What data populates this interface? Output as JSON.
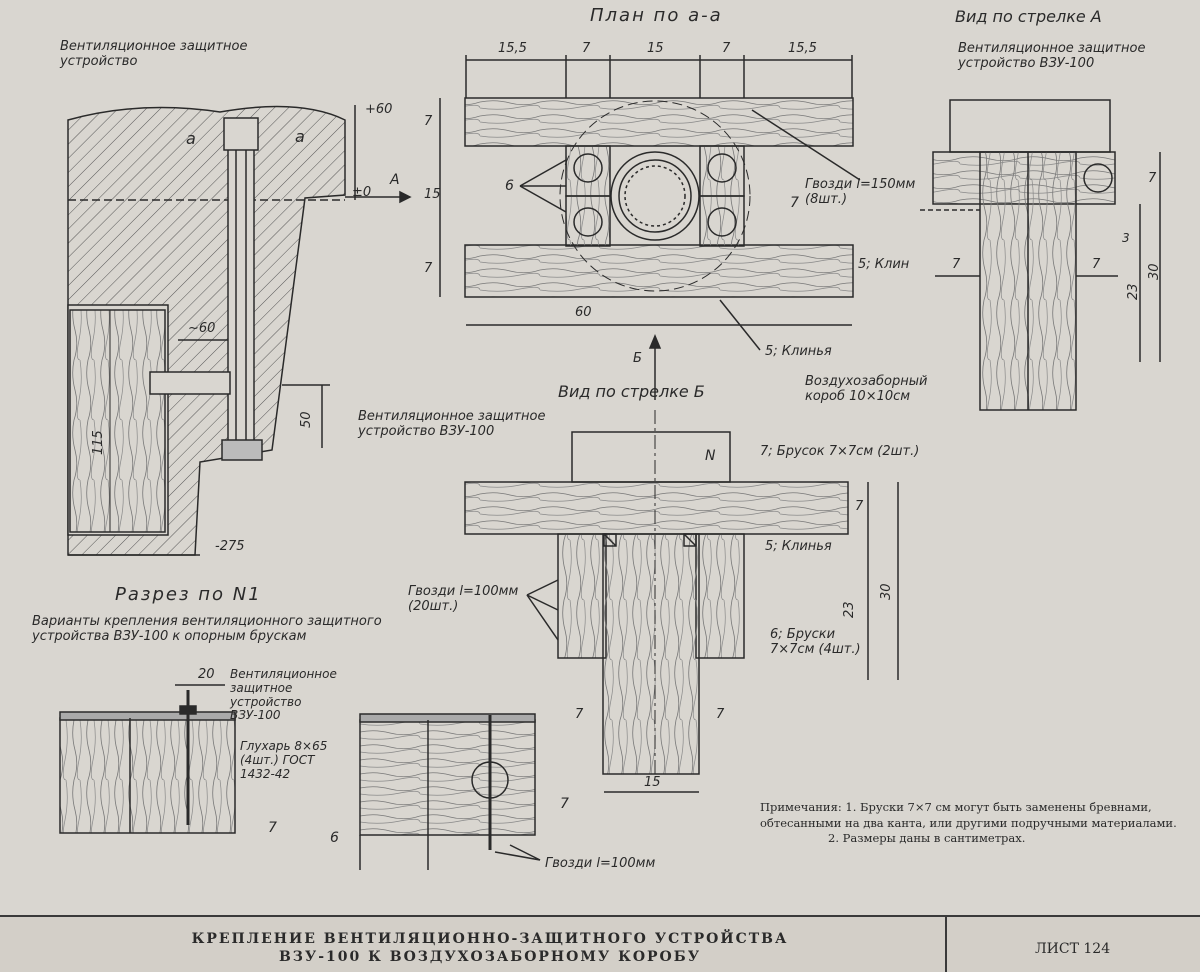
{
  "views": {
    "plan_title": "План по а-а",
    "arrow_a_title": "Вид по стрелке А",
    "arrow_b_title": "Вид по стрелке Б",
    "section_title": "Разрез по N1",
    "variants_title": "Варианты крепления вентиляционного защитного устройства ВЗУ-100 к опорным брускам"
  },
  "section": {
    "device_label": "Вентиляционное защитное устройство",
    "level_plus60": "+60",
    "level_zero": "±0",
    "level_minus275": "-275",
    "arrow_a": "A",
    "mark_a1": "a",
    "mark_a2": "a",
    "dim_60": "~60",
    "dim_50": "50",
    "dim_115": "115"
  },
  "plan": {
    "dims_top": [
      "15,5",
      "7",
      "15",
      "7",
      "15,5"
    ],
    "dim_7_top": "7",
    "dim_15_mid": "15",
    "dim_7_bot": "7",
    "dim_60": "60",
    "label_6": "6",
    "label_7": "7",
    "nails_label": "Гвозди l=150мм (8шт.)",
    "wedges_label": "5; Клинья",
    "arrow_b": "Б"
  },
  "arrow_a_view": {
    "device_label": "Вентиляционное защитное устройство ВЗУ-100",
    "wedge_label": "5; Клин",
    "dim_7_left": "7",
    "dim_7_right": "7",
    "dim_7_vert": "7",
    "dim_3": "3",
    "dim_23": "23",
    "dim_30": "30",
    "box_label": "Воздухозаборный короб 10×10см"
  },
  "arrow_b_view": {
    "device_label": "Вентиляционное защитное устройство ВЗУ-100",
    "bar_label": "7; Брусок 7×7см (2шт.)",
    "n_mark": "N",
    "wedges_label": "5; Клинья",
    "nails_label": "Гвозди l=100мм (20шт.)",
    "bars_label": "6; Бруски 7×7см (4шт.)",
    "dim_7": "7",
    "dim_23": "23",
    "dim_30": "30",
    "dim_7_left": "7",
    "dim_7_right": "7",
    "dim_15": "15"
  },
  "variants": {
    "dim_20": "20",
    "device_label": "Вентиляционное защитное устройство ВЗУ-100",
    "screw_label": "Глухарь 8×65 (4шт.) ГОСТ 1432-42",
    "label_7a": "7",
    "label_6": "6",
    "label_7b": "7",
    "nails_label": "Гвозди l=100мм"
  },
  "notes": {
    "line1": "Примечания: 1. Бруски 7×7 см могут быть заменены бревнами, обтесанными на два канта, или другими подручными материалами.",
    "line2": "2. Размеры даны в сантиметрах."
  },
  "title_block": {
    "line1": "КРЕПЛЕНИЕ ВЕНТИЛЯЦИОННО-ЗАЩИТНОГО УСТРОЙСТВА",
    "line2": "ВЗУ-100 К ВОЗДУХОЗАБОРНОМУ КОРОБУ",
    "sheet": "ЛИСТ 124"
  },
  "colors": {
    "paper": "#d9d6d0",
    "ink": "#2a2a2a"
  }
}
